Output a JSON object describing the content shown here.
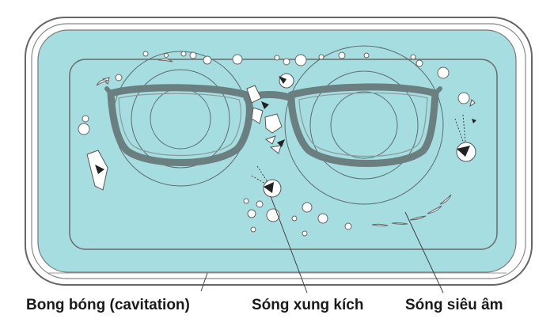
{
  "labels": {
    "cavitation": "Bong bóng (cavitation)",
    "shock_wave": "Sóng xung kích",
    "ultrasonic_wave": "Sóng siêu âm"
  },
  "colors": {
    "liquid": "#a6dde0",
    "frame_stroke": "#555555",
    "glasses": "#6b7f80",
    "bubble": "#ffffff",
    "text": "#1a1a1a"
  },
  "icons": {
    "glasses": "eyeglasses-icon",
    "bubbles": "cavitation-bubble-icon",
    "dirt": "dirt-particle-icon"
  }
}
